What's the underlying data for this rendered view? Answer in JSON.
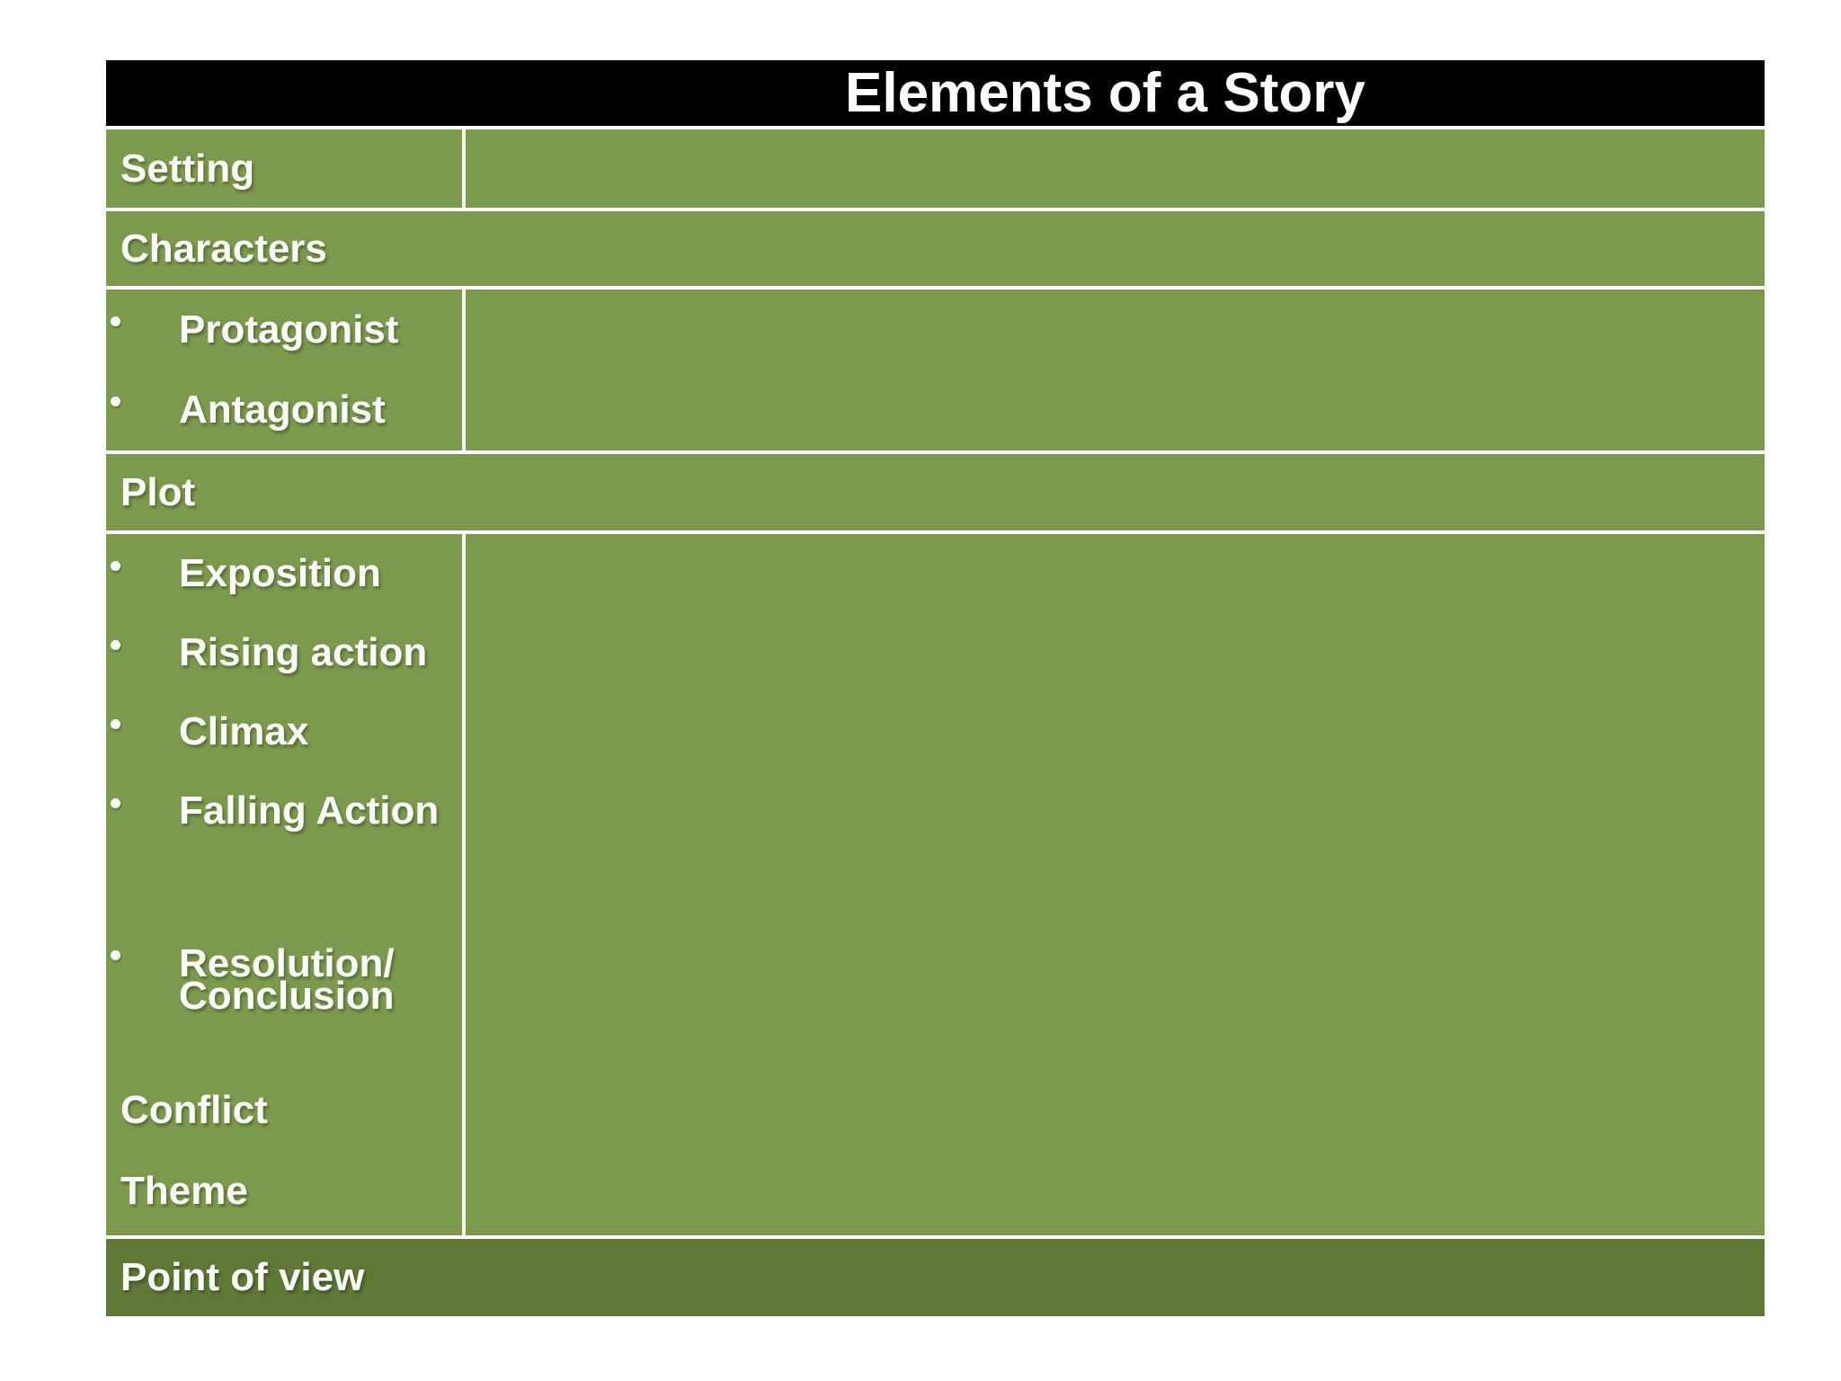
{
  "header": {
    "title": "Elements of a Story"
  },
  "colors": {
    "row_green": "#7c9a4e",
    "row_dark_green": "#5f7836",
    "header_bg": "#000000",
    "divider": "#f6f8ee",
    "label_text": "#fdfdf8"
  },
  "rows": {
    "setting": {
      "label": "Setting"
    },
    "characters": {
      "label": "Characters"
    },
    "character_items": [
      {
        "label": "Protagonist"
      },
      {
        "label": "Antagonist"
      }
    ],
    "plot": {
      "label": "Plot"
    },
    "plot_items": [
      {
        "label": "Exposition"
      },
      {
        "label": "Rising action"
      },
      {
        "label": "Climax"
      },
      {
        "label": "Falling Action"
      },
      {
        "label": "Resolution/",
        "label2": "Conclusion"
      }
    ],
    "conflict": {
      "label": "Conflict"
    },
    "theme": {
      "label": "Theme"
    },
    "point_of_view": {
      "label": "Point of view"
    }
  }
}
